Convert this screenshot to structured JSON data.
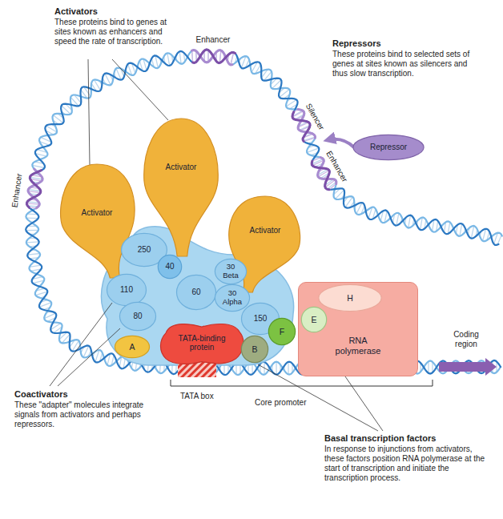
{
  "diagram": {
    "nodes": [
      {
        "text": [
          "Activator"
        ]
      },
      {
        "text": [
          "Activator"
        ]
      },
      {
        "text": [
          "Activator"
        ]
      },
      {
        "text": [
          "Repressor"
        ]
      },
      {
        "text": [
          "250"
        ]
      },
      {
        "text": [
          "40"
        ]
      },
      {
        "text": [
          "110"
        ]
      },
      {
        "text": [
          "60"
        ]
      },
      {
        "text": [
          "30 Beta"
        ]
      },
      {
        "text": [
          "30 Alpha"
        ]
      },
      {
        "text": [
          "80"
        ]
      },
      {
        "text": [
          "150"
        ]
      },
      {
        "text": [
          "A"
        ]
      },
      {
        "text": [
          "TATA-binding protein"
        ]
      },
      {
        "text": [
          "B"
        ]
      },
      {
        "text": [
          "F"
        ]
      },
      {
        "text": [
          "E"
        ]
      },
      {
        "text": [
          "RNA polymerase"
        ]
      },
      {
        "text": [
          "H"
        ],
        "in": 17
      }
    ],
    "labels": [
      "Activators",
      "These proteins bind to genes at sites known as enhancers and speed the rate of transcription.",
      "Repressors",
      "These proteins bind to selected sets of genes at sites known as silencers and thus slow transcription.",
      "Enhancer",
      "Enhancer",
      "Silencer",
      "Enhancer",
      "Coding region",
      "TATA box",
      "Core promoter",
      "Coactivators",
      "These \"adapter\" molecules integrate signals from activators and perhaps repressors.",
      "Basal transcription factors",
      "In response to injunctions from activators, these factors position RNA polymerase at the start of transcription and initiate the transcription process."
    ]
  }
}
